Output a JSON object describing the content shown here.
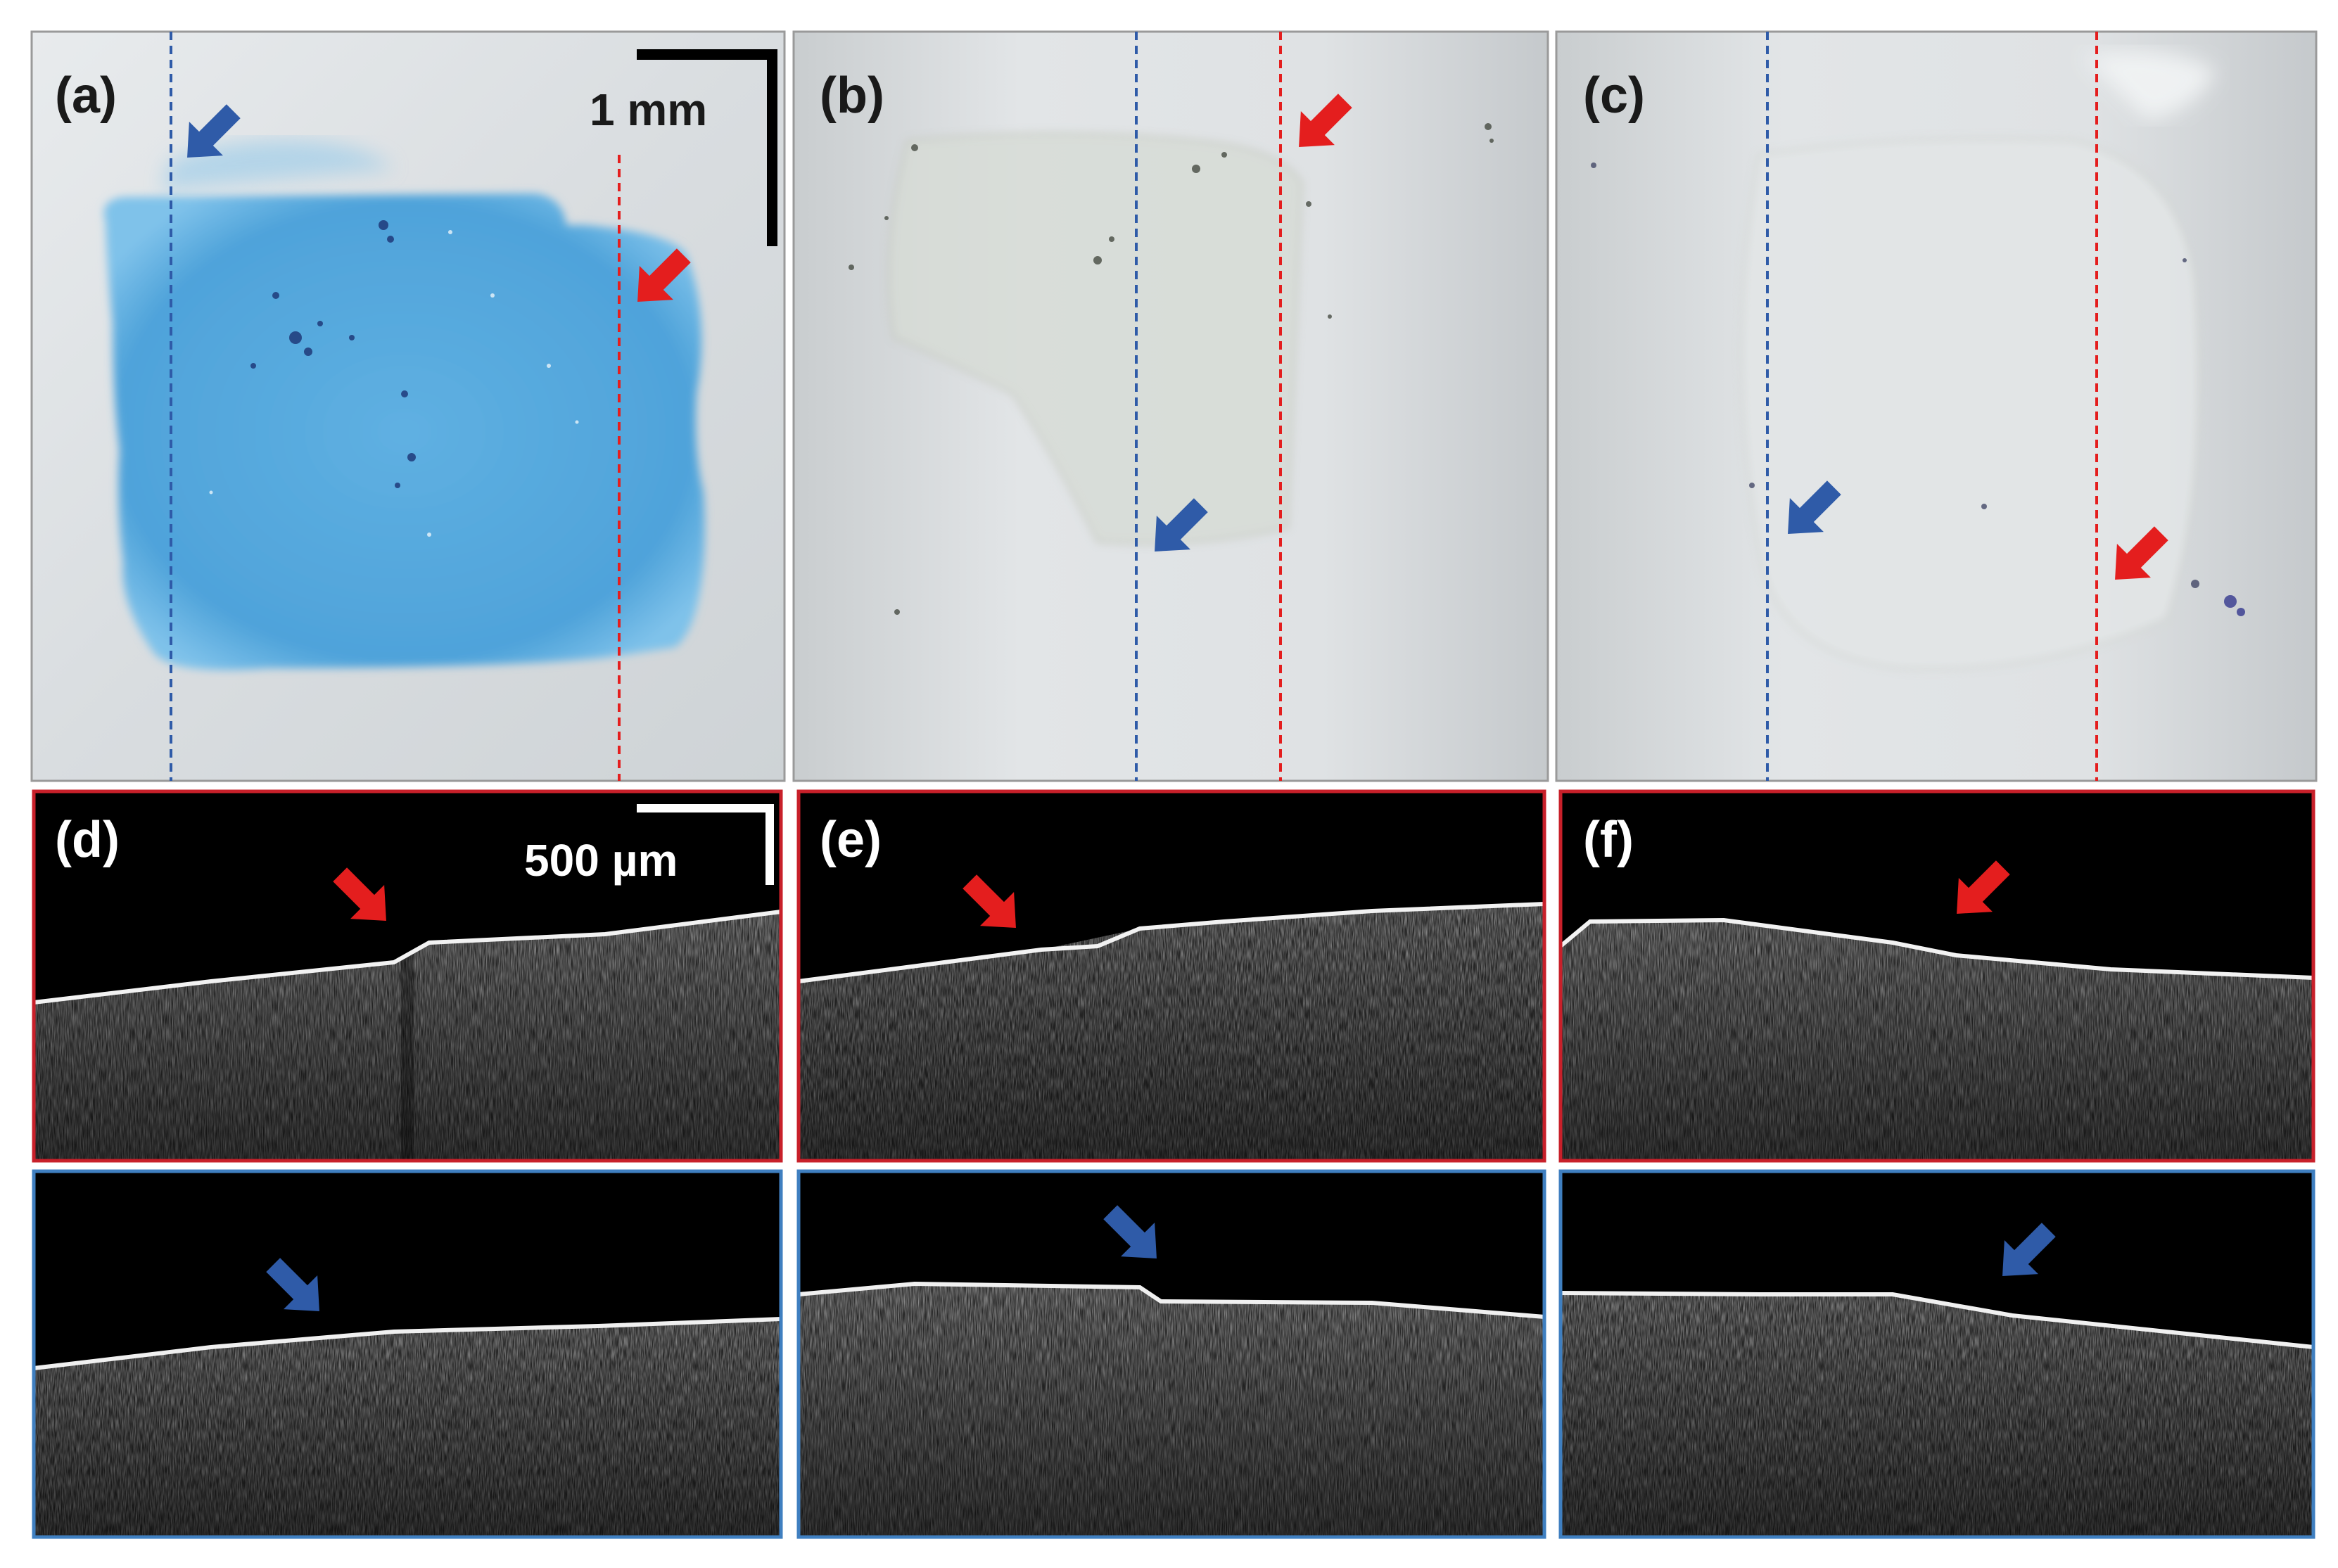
{
  "figure": {
    "panels": [
      {
        "id": "a",
        "label": "(a)",
        "kind": "photo",
        "tint": "stained-blue"
      },
      {
        "id": "b",
        "label": "(b)",
        "kind": "photo",
        "tint": "faint-outline"
      },
      {
        "id": "c",
        "label": "(c)",
        "kind": "photo",
        "tint": "faint-outline"
      },
      {
        "id": "d",
        "label": "(d)",
        "kind": "oct-pair"
      },
      {
        "id": "e",
        "label": "(e)",
        "kind": "oct-pair"
      },
      {
        "id": "f",
        "label": "(f)",
        "kind": "oct-pair"
      }
    ],
    "scale_bars": {
      "photo": "1 mm",
      "oct": "500 µm"
    },
    "colors": {
      "red_marker": "#e41e1e",
      "blue_marker": "#2f5ba8",
      "red_frame": "#c8202a",
      "blue_frame": "#3f7fc0",
      "stain_blue": "#5aaee0",
      "tissue": "#dde1e3",
      "oct_background": "#000000",
      "text": "#1a1a1a"
    },
    "icons": [
      "red-arrow-icon",
      "blue-arrow-icon",
      "scale-bar-icon"
    ]
  }
}
